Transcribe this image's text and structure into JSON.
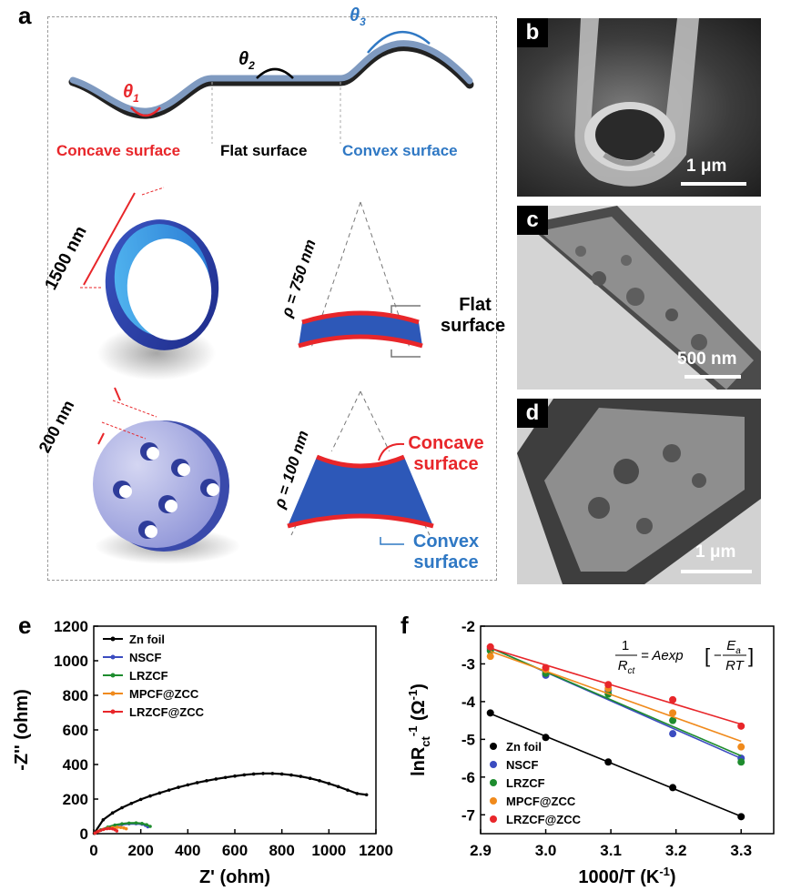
{
  "panels": {
    "a": "a",
    "b": "b",
    "c": "c",
    "d": "d",
    "e": "e",
    "f": "f"
  },
  "schematic": {
    "theta1": "θ",
    "theta1_sub": "1",
    "theta2": "θ",
    "theta2_sub": "2",
    "theta3": "θ",
    "theta3_sub": "3",
    "concave": "Concave surface",
    "flat": "Flat surface",
    "convex": "Convex surface",
    "ring_dim": "1500 nm",
    "rho_large": "ρ = 750 nm",
    "flat_label_1": "Flat",
    "flat_label_2": "surface",
    "pore_dim": "200 nm",
    "rho_small": "ρ = 100 nm",
    "concave_label_1": "Concave",
    "concave_label_2": "surface",
    "convex_label_1": "Convex",
    "convex_label_2": "surface"
  },
  "micrographs": {
    "b_scale": "1 μm",
    "c_scale": "500 nm",
    "d_scale": "1 μm"
  },
  "colors": {
    "red": "#e8262a",
    "blue": "#2f78c4",
    "dark_blue": "#2e3c9a",
    "gray": "#4a6fa0"
  },
  "chart_data": [
    {
      "type": "scatter",
      "panel": "e",
      "xlabel": "Z' (ohm)",
      "ylabel": "-Z'' (ohm)",
      "xlim": [
        0,
        1200
      ],
      "ylim": [
        0,
        1200
      ],
      "xticks": [
        0,
        200,
        400,
        600,
        800,
        1000,
        1200
      ],
      "yticks": [
        0,
        200,
        400,
        600,
        800,
        1000,
        1200
      ],
      "legend_position": "top-left",
      "series": [
        {
          "name": "Zn foil",
          "color": "#000000",
          "points": [
            [
              2,
              2
            ],
            [
              40,
              80
            ],
            [
              80,
              120
            ],
            [
              120,
              150
            ],
            [
              160,
              175
            ],
            [
              200,
              198
            ],
            [
              240,
              218
            ],
            [
              280,
              235
            ],
            [
              320,
              252
            ],
            [
              360,
              268
            ],
            [
              400,
              282
            ],
            [
              440,
              295
            ],
            [
              480,
              306
            ],
            [
              520,
              316
            ],
            [
              560,
              325
            ],
            [
              600,
              333
            ],
            [
              640,
              340
            ],
            [
              680,
              345
            ],
            [
              720,
              348
            ],
            [
              760,
              348
            ],
            [
              800,
              345
            ],
            [
              840,
              339
            ],
            [
              880,
              331
            ],
            [
              920,
              320
            ],
            [
              960,
              306
            ],
            [
              1000,
              290
            ],
            [
              1040,
              272
            ],
            [
              1080,
              252
            ],
            [
              1120,
              232
            ],
            [
              1160,
              225
            ]
          ]
        },
        {
          "name": "NSCF",
          "color": "#3b4cc0",
          "points": [
            [
              5,
              3
            ],
            [
              30,
              20
            ],
            [
              60,
              35
            ],
            [
              90,
              46
            ],
            [
              120,
              53
            ],
            [
              150,
              57
            ],
            [
              180,
              58
            ],
            [
              205,
              55
            ],
            [
              220,
              48
            ],
            [
              230,
              40
            ]
          ]
        },
        {
          "name": "LRZCF",
          "color": "#1e8c2e",
          "points": [
            [
              5,
              3
            ],
            [
              30,
              22
            ],
            [
              60,
              38
            ],
            [
              90,
              50
            ],
            [
              120,
              57
            ],
            [
              150,
              61
            ],
            [
              180,
              62
            ],
            [
              205,
              59
            ],
            [
              225,
              52
            ],
            [
              240,
              42
            ]
          ]
        },
        {
          "name": "MPCF@ZCC",
          "color": "#f08a1c",
          "points": [
            [
              5,
              3
            ],
            [
              20,
              14
            ],
            [
              40,
              24
            ],
            [
              60,
              31
            ],
            [
              80,
              35
            ],
            [
              100,
              37
            ],
            [
              115,
              36
            ],
            [
              128,
              33
            ],
            [
              138,
              28
            ]
          ]
        },
        {
          "name": "LRZCF@ZCC",
          "color": "#e8262a",
          "points": [
            [
              5,
              3
            ],
            [
              15,
              11
            ],
            [
              28,
              19
            ],
            [
              42,
              25
            ],
            [
              56,
              29
            ],
            [
              68,
              30
            ],
            [
              80,
              28
            ],
            [
              90,
              23
            ],
            [
              98,
              16
            ]
          ]
        }
      ]
    },
    {
      "type": "scatter",
      "panel": "f",
      "xlabel": "1000/T (K",
      "xlabel_sup": "-1",
      "xlabel_close": ")",
      "ylabel": "lnR",
      "ylabel_sub": "ct",
      "ylabel_sup": "-1",
      "ylabel_unit": " (Ω",
      "ylabel_unit_sup": "-1",
      "ylabel_close": ")",
      "xlim": [
        2.9,
        3.35
      ],
      "ylim": [
        -7.5,
        -2
      ],
      "xticks": [
        2.9,
        3.0,
        3.1,
        3.2,
        3.3
      ],
      "yticks": [
        -2,
        -3,
        -4,
        -5,
        -6,
        -7
      ],
      "legend_position": "bottom-left",
      "equation": {
        "lhs_num": "1",
        "lhs_den": "R",
        "lhs_den_sub": "ct",
        "rhs": "= Aexp",
        "num": "E",
        "num_sub": "a",
        "den": "RT"
      },
      "series": [
        {
          "name": "Zn foil",
          "color": "#000000",
          "x": [
            2.915,
            3.0,
            3.096,
            3.195,
            3.3
          ],
          "y": [
            -4.3,
            -4.95,
            -5.6,
            -6.28,
            -7.05
          ]
        },
        {
          "name": "NSCF",
          "color": "#3b4cc0",
          "x": [
            2.915,
            3.0,
            3.096,
            3.195,
            3.3
          ],
          "y": [
            -2.6,
            -3.3,
            -3.7,
            -4.85,
            -5.5
          ]
        },
        {
          "name": "LRZCF",
          "color": "#1e8c2e",
          "x": [
            2.915,
            3.0,
            3.096,
            3.195,
            3.3
          ],
          "y": [
            -2.65,
            -3.25,
            -3.8,
            -4.5,
            -5.6
          ]
        },
        {
          "name": "MPCF@ZCC",
          "color": "#f08a1c",
          "x": [
            2.915,
            3.0,
            3.096,
            3.195,
            3.3
          ],
          "y": [
            -2.8,
            -3.15,
            -3.65,
            -4.3,
            -5.2
          ]
        },
        {
          "name": "LRZCF@ZCC",
          "color": "#e8262a",
          "x": [
            2.915,
            3.0,
            3.096,
            3.195,
            3.3
          ],
          "y": [
            -2.55,
            -3.1,
            -3.55,
            -3.95,
            -4.65
          ]
        }
      ]
    }
  ]
}
